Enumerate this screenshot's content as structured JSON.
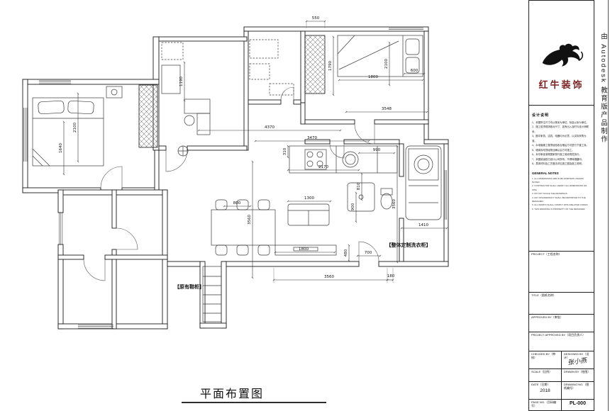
{
  "drawing": {
    "plan_title": "平面布置图",
    "labels": {
      "laundry_cabinet": "【整体定制洗衣柜】",
      "shoe_cabinet": "【原有鞋柜】"
    },
    "dims": {
      "top_550": "550",
      "study_1190": "1190",
      "wardrobe_1790": "1790",
      "bedroom2_2100": "2100",
      "bedroom2_1800": "1800",
      "right_600": "600",
      "bedroom2_3548": "3548",
      "hall_4370": "4370",
      "hall_3470": "3470",
      "hall_310": "310",
      "bath_990": "990",
      "kitchen_2170": "2170",
      "bedroom1_2100": "2100",
      "bedroom1_1640": "1640",
      "living_3560": "3560",
      "dining_800": "800",
      "sofa_1300": "1300",
      "bath_810": "810",
      "bath_900": "900",
      "balcony_3560": "3560",
      "balcony_1410": "1410",
      "tv_1800": "1800",
      "entry_700": "700",
      "entry_480": "480",
      "bottom_3560": "3560",
      "bottom_180": "180"
    }
  },
  "titleblock": {
    "company_name": "红牛装饰",
    "brand_color": "#7c2121",
    "notes_title": "设计说明",
    "notes_cn": [
      "1、本图所注尺寸均以毫米为单位，标高以米为单位。",
      "2、施工前须现场核对尺寸，如有出入及时与设计师联系。",
      "3、图中家具、洁具、电器均为示意，以实际采购为准。",
      "4、水电隐蔽工程须经验收合格后方可进行下道工序。",
      "5、墙体拆改须经物业确认后方可施工。",
      "6、未尽事宜参照国家现行施工验收规范执行。",
      "7、本图纸版权归设计公司所有，不得转借翻印。",
      "8、具体材料及工艺做法详见施工图及施工说明。"
    ],
    "general_notes_title": "GENERAL NOTES",
    "notes_en": [
      "1. ALL DIMENSIONS ARE IN MILLIMETERS UNLESS NOTED.",
      "2. CONTRACTOR SHALL VERIFY ALL DIMENSIONS ON SITE.",
      "3. DO NOT SCALE THE DRAWINGS.",
      "4. ANY DISCREPANCY SHALL BE REPORTED TO THE DESIGNER.",
      "5. ALL WORKS SHALL COMPLY WITH RELATED CODES.",
      "6. THIS DRAWING IS PROPERTY OF THE DESIGNER."
    ],
    "project_label": "PROJECT（工程名称）",
    "title_label": "TITLE（图纸名称）",
    "approved_label": "APPROVED BY（审批）",
    "project_approved_label": "PROJECT APPROVED BY（项目负责人）",
    "checked_label": "CHECKED BY（审核）",
    "designed_label": "DESIGNED BY（设计）",
    "designer_signature": "张小燕",
    "scale_label": "SCALE（比例）",
    "drawn_label": "DRAWN BY（绘图）",
    "date_label": "DATE（日期）",
    "date_value": "2018",
    "drawing_no_label": "DRAWING NO.（图纸编号）",
    "page_label": "PAGE NO.（页码编号）",
    "sheet_no_value": "PL-000"
  },
  "watermark": "由 Autodesk 教育版产品制作"
}
